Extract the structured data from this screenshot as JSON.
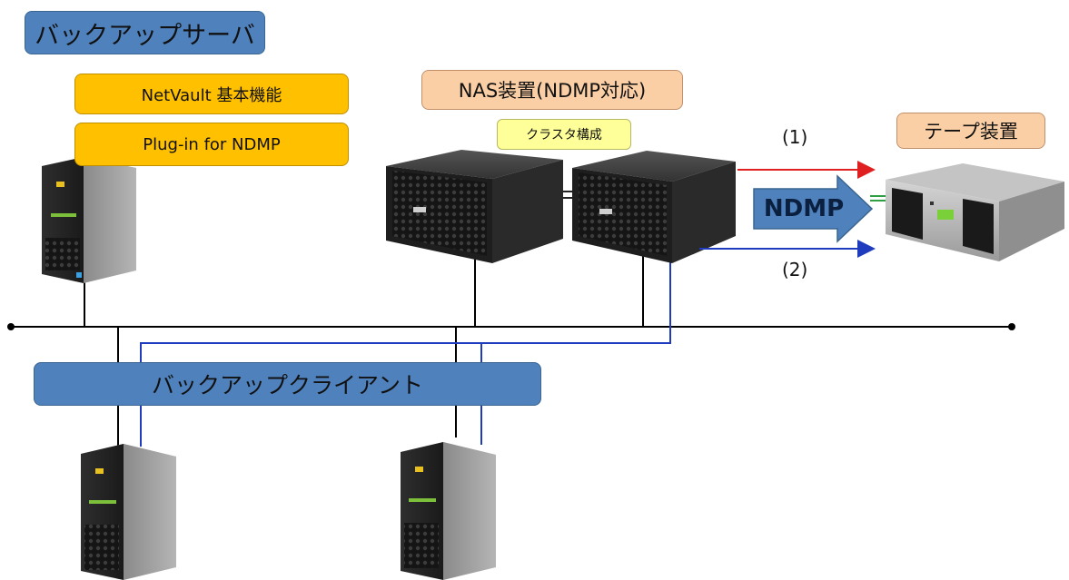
{
  "backup_server": {
    "title": "バックアップサーバ"
  },
  "software": [
    {
      "label": "NetVault 基本機能"
    },
    {
      "label": "Plug-in for NDMP"
    }
  ],
  "nas": {
    "title": "NAS装置(NDMP対応)",
    "cluster_label": "クラスタ構成"
  },
  "tape": {
    "title": "テープ装置"
  },
  "ndmp_arrow": {
    "label": "NDMP",
    "color": "#4f81bd"
  },
  "paths": [
    {
      "label": "(1)",
      "color": "#e02020"
    },
    {
      "label": "(2)",
      "color": "#1f3cbf"
    }
  ],
  "backup_client": {
    "title": "バックアップクライアント"
  },
  "colors": {
    "box_blue": "#4f81bd",
    "box_gold": "#ffc000",
    "box_peach": "#fbcfa5",
    "box_yellow": "#ffff99",
    "link_green": "#2ea043"
  }
}
